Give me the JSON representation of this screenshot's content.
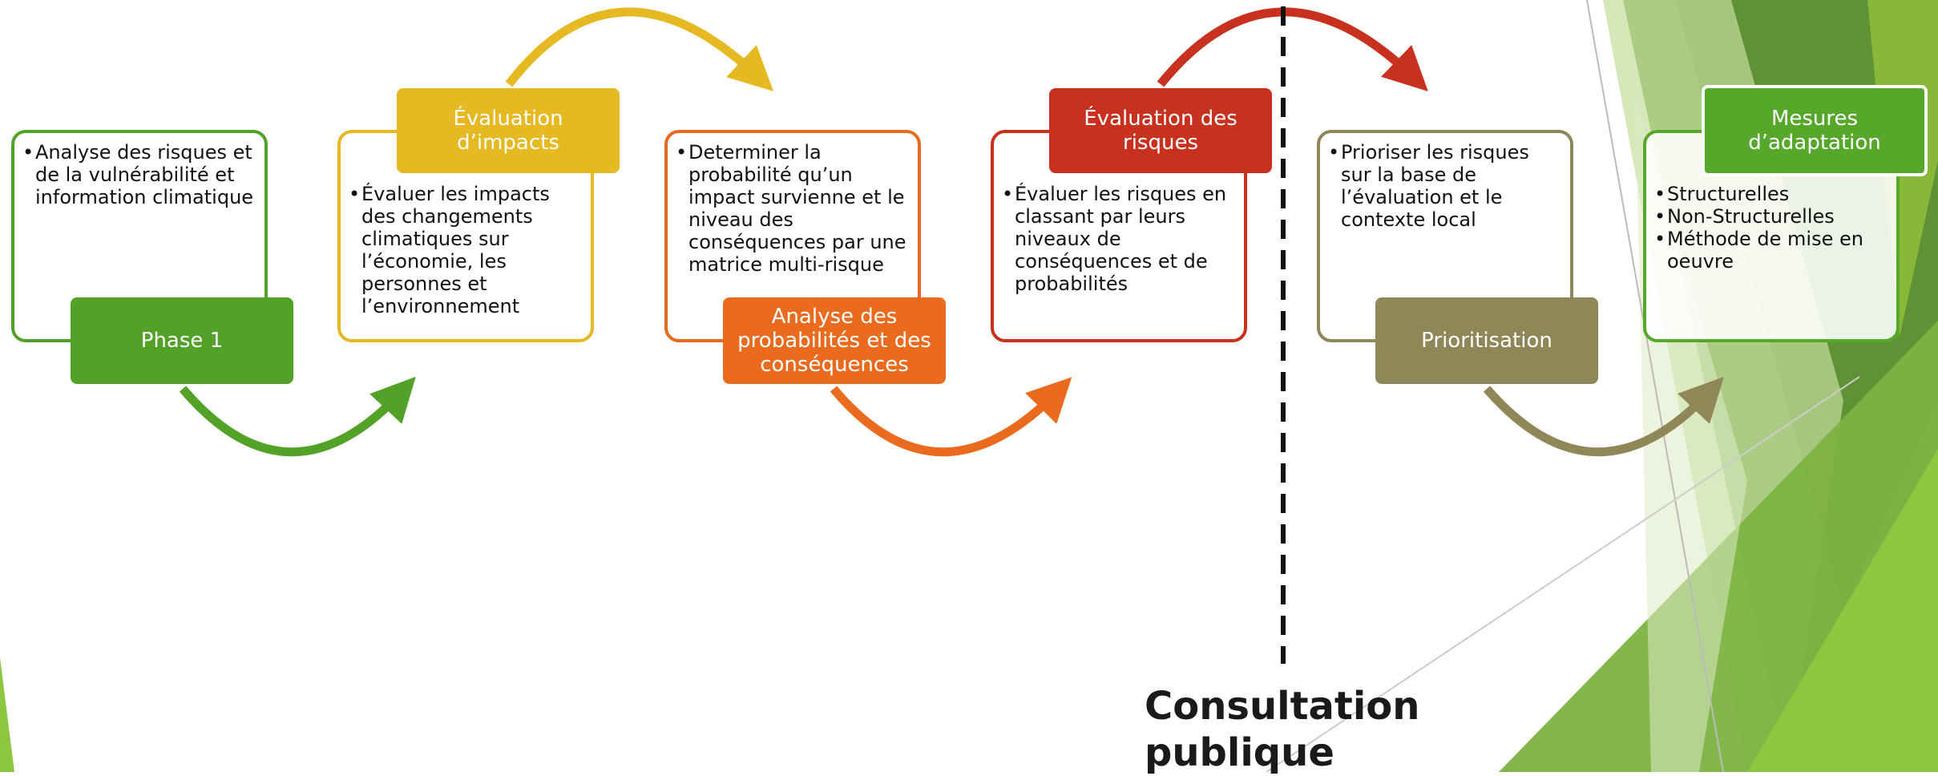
{
  "colors": {
    "green": "#52a227",
    "yellow": "#e6b821",
    "orange": "#ea6b1d",
    "red": "#c8311e",
    "olive": "#8f8757",
    "adaptation_green": "#56a82b"
  },
  "steps": [
    {
      "tag": "Phase 1",
      "color": "green",
      "bullets": [
        "Analyse des risques et de la vulnérabilité et information climatique"
      ]
    },
    {
      "tag": "Évaluation d’impacts",
      "color": "yellow",
      "bullets": [
        "Évaluer les impacts des changements climatiques sur l’économie, les personnes et l’environnement"
      ]
    },
    {
      "tag": "Analyse des probabilités et des conséquences",
      "color": "orange",
      "bullets": [
        "Determiner la probabilité qu’un impact survienne et le niveau des conséquences par une matrice multi-risque"
      ]
    },
    {
      "tag": "Évaluation des risques",
      "color": "red",
      "bullets": [
        "Évaluer les risques en classant par leurs niveaux de conséquences et de probabilités"
      ]
    },
    {
      "tag": "Prioritisation",
      "color": "olive",
      "bullets": [
        "Prioriser les risques sur la base de l’évaluation et le contexte local"
      ]
    },
    {
      "tag": "Mesures d’adaptation",
      "color": "adaptation_green",
      "bullets": [
        "Structurelles",
        "Non-Structurelles",
        "Méthode de mise en oeuvre"
      ]
    }
  ],
  "divider_label": "Consultation publique"
}
